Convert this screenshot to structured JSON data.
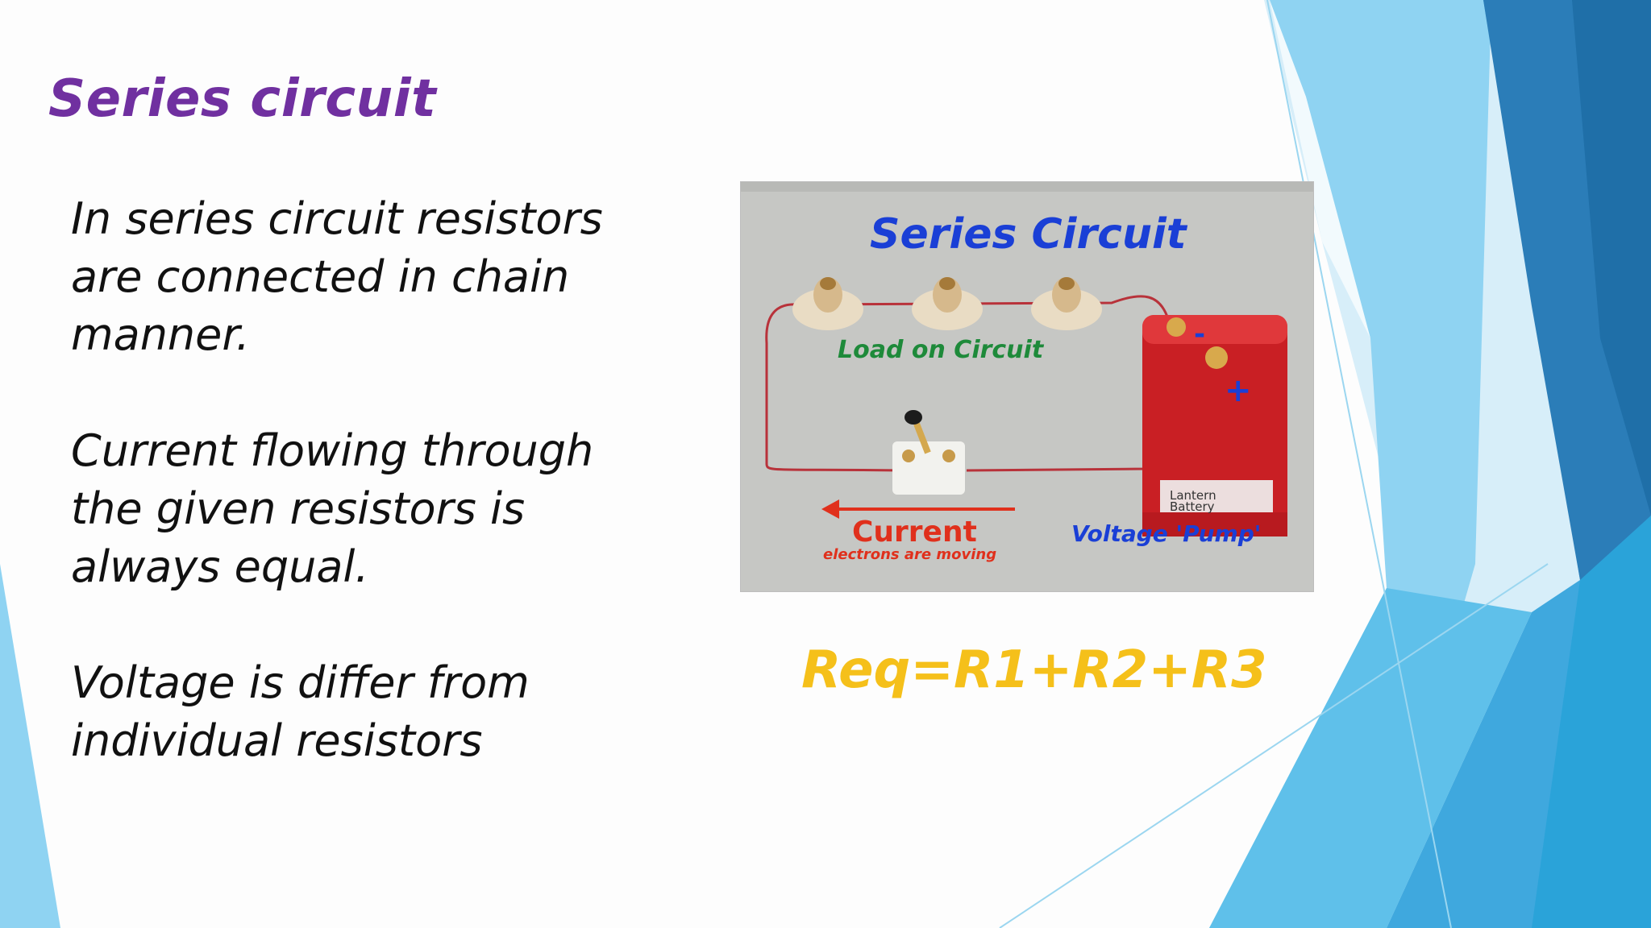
{
  "slide": {
    "title": "Series circuit",
    "paragraphs": [
      "In series circuit resistors are connected in chain manner.",
      "Current flowing through the given resistors is always equal.",
      "Voltage is differ from individual resistors"
    ],
    "formula": "Req=R1+R2+R3"
  },
  "photo": {
    "heading": "Series Circuit",
    "load_label": "Load on Circuit",
    "current_label": "Current",
    "current_sublabel": "electrons are moving",
    "voltage_label": "Voltage 'Pump'",
    "battery_brand_line1": "Lantern",
    "battery_brand_line2": "Battery",
    "minus_sign": "-",
    "plus_sign": "+"
  },
  "colors": {
    "title": "#7030a0",
    "formula": "#f5c01a",
    "photo_heading": "#1a3fd6",
    "load_label": "#1e8a3a",
    "current_label": "#e0301c",
    "voltage_label": "#1a3fd6",
    "decor_blue_dark": "#1f6fa8",
    "decor_blue_light": "#7fcdf0"
  }
}
